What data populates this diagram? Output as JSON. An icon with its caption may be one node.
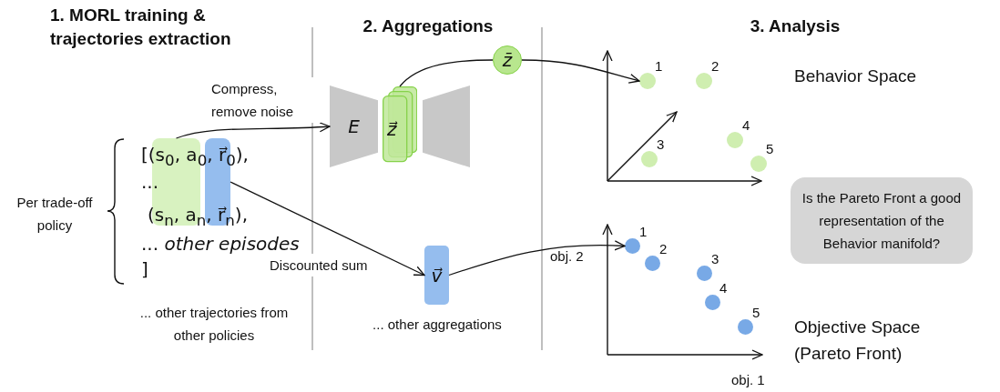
{
  "diagram": {
    "nodes": [
      {
        "text": [],
        "shape": "box"
      },
      {
        "text": [],
        "shape": "box"
      },
      {
        "text": [
          "E"
        ]
      },
      {
        "text": [
          "z⃗"
        ]
      },
      {
        "text": [],
        "shape": "trapezoid"
      },
      {
        "text": [
          "z̄"
        ]
      },
      {
        "text": [
          "v⃗"
        ]
      },
      {
        "text": [],
        "shape": "circle",
        "beside": [
          "1"
        ]
      },
      {
        "text": [],
        "shape": "circle",
        "beside": [
          "2"
        ]
      },
      {
        "text": [],
        "shape": "circle",
        "beside": [
          "3"
        ]
      },
      {
        "text": [],
        "shape": "circle",
        "beside": [
          "4"
        ]
      },
      {
        "text": [],
        "shape": "circle",
        "beside": [
          "5"
        ]
      },
      {
        "text": [],
        "shape": "circle",
        "beside": [
          "1"
        ]
      },
      {
        "text": [],
        "shape": "circle",
        "beside": [
          "2"
        ]
      },
      {
        "text": [],
        "shape": "circle",
        "beside": [
          "3"
        ]
      },
      {
        "text": [],
        "shape": "circle",
        "beside": [
          "4"
        ]
      },
      {
        "text": [],
        "shape": "circle",
        "beside": [
          "5"
        ]
      },
      {
        "text": [
          "Is the Pareto Front a good representation of the Behavior manifold?"
        ]
      }
    ],
    "edges": [
      {
        "from": 0,
        "to": 2,
        "arrow": "to",
        "label": "Compress, remove noise"
      },
      {
        "from": 3,
        "to": 5,
        "arrow": "none"
      },
      {
        "from": 5,
        "to": 7,
        "arrow": "to"
      },
      {
        "from": 1,
        "to": 6,
        "arrow": "to",
        "label": "Discounted sum"
      },
      {
        "from": 6,
        "to": 12,
        "arrow": "to"
      }
    ],
    "labels": [
      "1. MORL training & trajectories extraction",
      "2. Aggregations",
      "3. Analysis",
      "Per trade-off policy",
      "[(s$_{0}$, a$_{0}$, r⃗$_{0}$),",
      "...",
      "(s$_{n}$, a$_{n}$, r⃗$_{n}$),",
      "... *other episodes*",
      "]",
      "... other trajectories from other policies",
      "... other aggregations",
      "Behavior Space",
      "obj. 2",
      "Objective Space (Pareto Front)",
      "obj. 1"
    ]
  }
}
